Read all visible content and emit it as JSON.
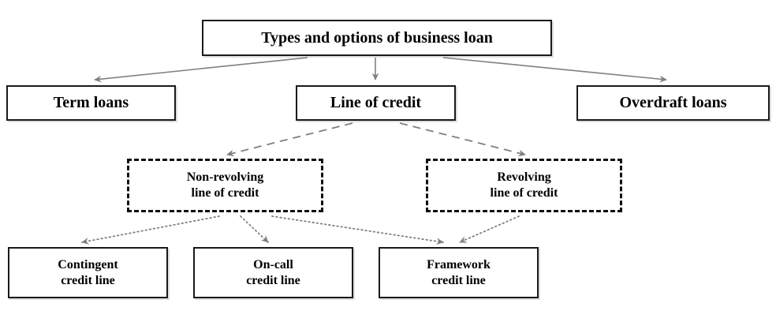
{
  "diagram": {
    "title": "Types and options of business loan",
    "nodes": {
      "root": {
        "label": "Types and options of business loan"
      },
      "term": {
        "label": "Term loans"
      },
      "loc": {
        "label": "Line of credit"
      },
      "overdraft": {
        "label": "Overdraft loans"
      },
      "nonrev": {
        "label": "Non-revolving\nline of credit"
      },
      "rev": {
        "label": "Revolving\nline of credit"
      },
      "contingent": {
        "label": "Contingent\ncredit line"
      },
      "oncall": {
        "label": "On-call\ncredit line"
      },
      "framework": {
        "label": "Framework\ncredit line"
      }
    },
    "edges": [
      {
        "from": "root",
        "to": "term",
        "style": "solid"
      },
      {
        "from": "root",
        "to": "loc",
        "style": "solid"
      },
      {
        "from": "root",
        "to": "overdraft",
        "style": "solid"
      },
      {
        "from": "loc",
        "to": "nonrev",
        "style": "dashed"
      },
      {
        "from": "loc",
        "to": "rev",
        "style": "dashed"
      },
      {
        "from": "nonrev",
        "to": "contingent",
        "style": "dotted"
      },
      {
        "from": "nonrev",
        "to": "oncall",
        "style": "dotted"
      },
      {
        "from": "nonrev",
        "to": "framework",
        "style": "dotted"
      },
      {
        "from": "rev",
        "to": "framework",
        "style": "dotted"
      }
    ],
    "colors": {
      "box_border": "#1a1a1a",
      "dashed_border": "#111111",
      "connector": "#808080",
      "text": "#000000",
      "background": "#ffffff"
    }
  }
}
